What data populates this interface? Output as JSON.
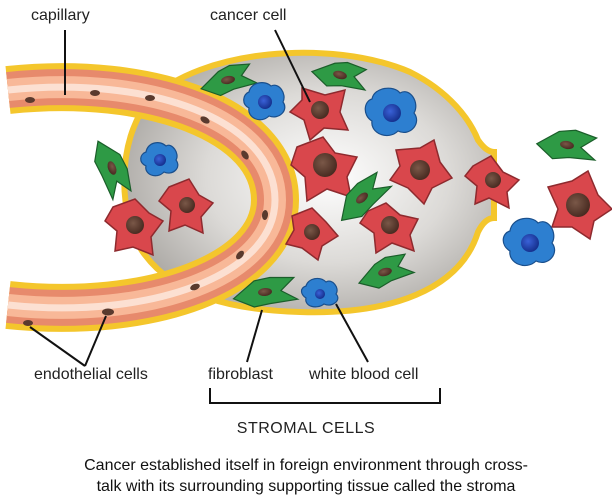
{
  "labels": {
    "capillary": "capillary",
    "cancer_cell": "cancer cell",
    "endothelial_cells": "endothelial cells",
    "fibroblast": "fibroblast",
    "white_blood_cell": "white blood cell",
    "stromal_cells": "STROMAL CELLS"
  },
  "caption": {
    "line1": "Cancer established itself in foreign environment through cross-",
    "line2": "talk with its surrounding supporting tissue called the stroma"
  },
  "colors": {
    "tumor_fill": "#b3b0ac",
    "tumor_border": "#f4c62c",
    "vessel_wall": "#f4c62c",
    "vessel_lumen": "#f6a98a",
    "cancer_cell": "#d9474c",
    "fibroblast": "#2e9a45",
    "white_blood_cell": "#2d7fd0",
    "nucleus": "#5a3a2e"
  }
}
